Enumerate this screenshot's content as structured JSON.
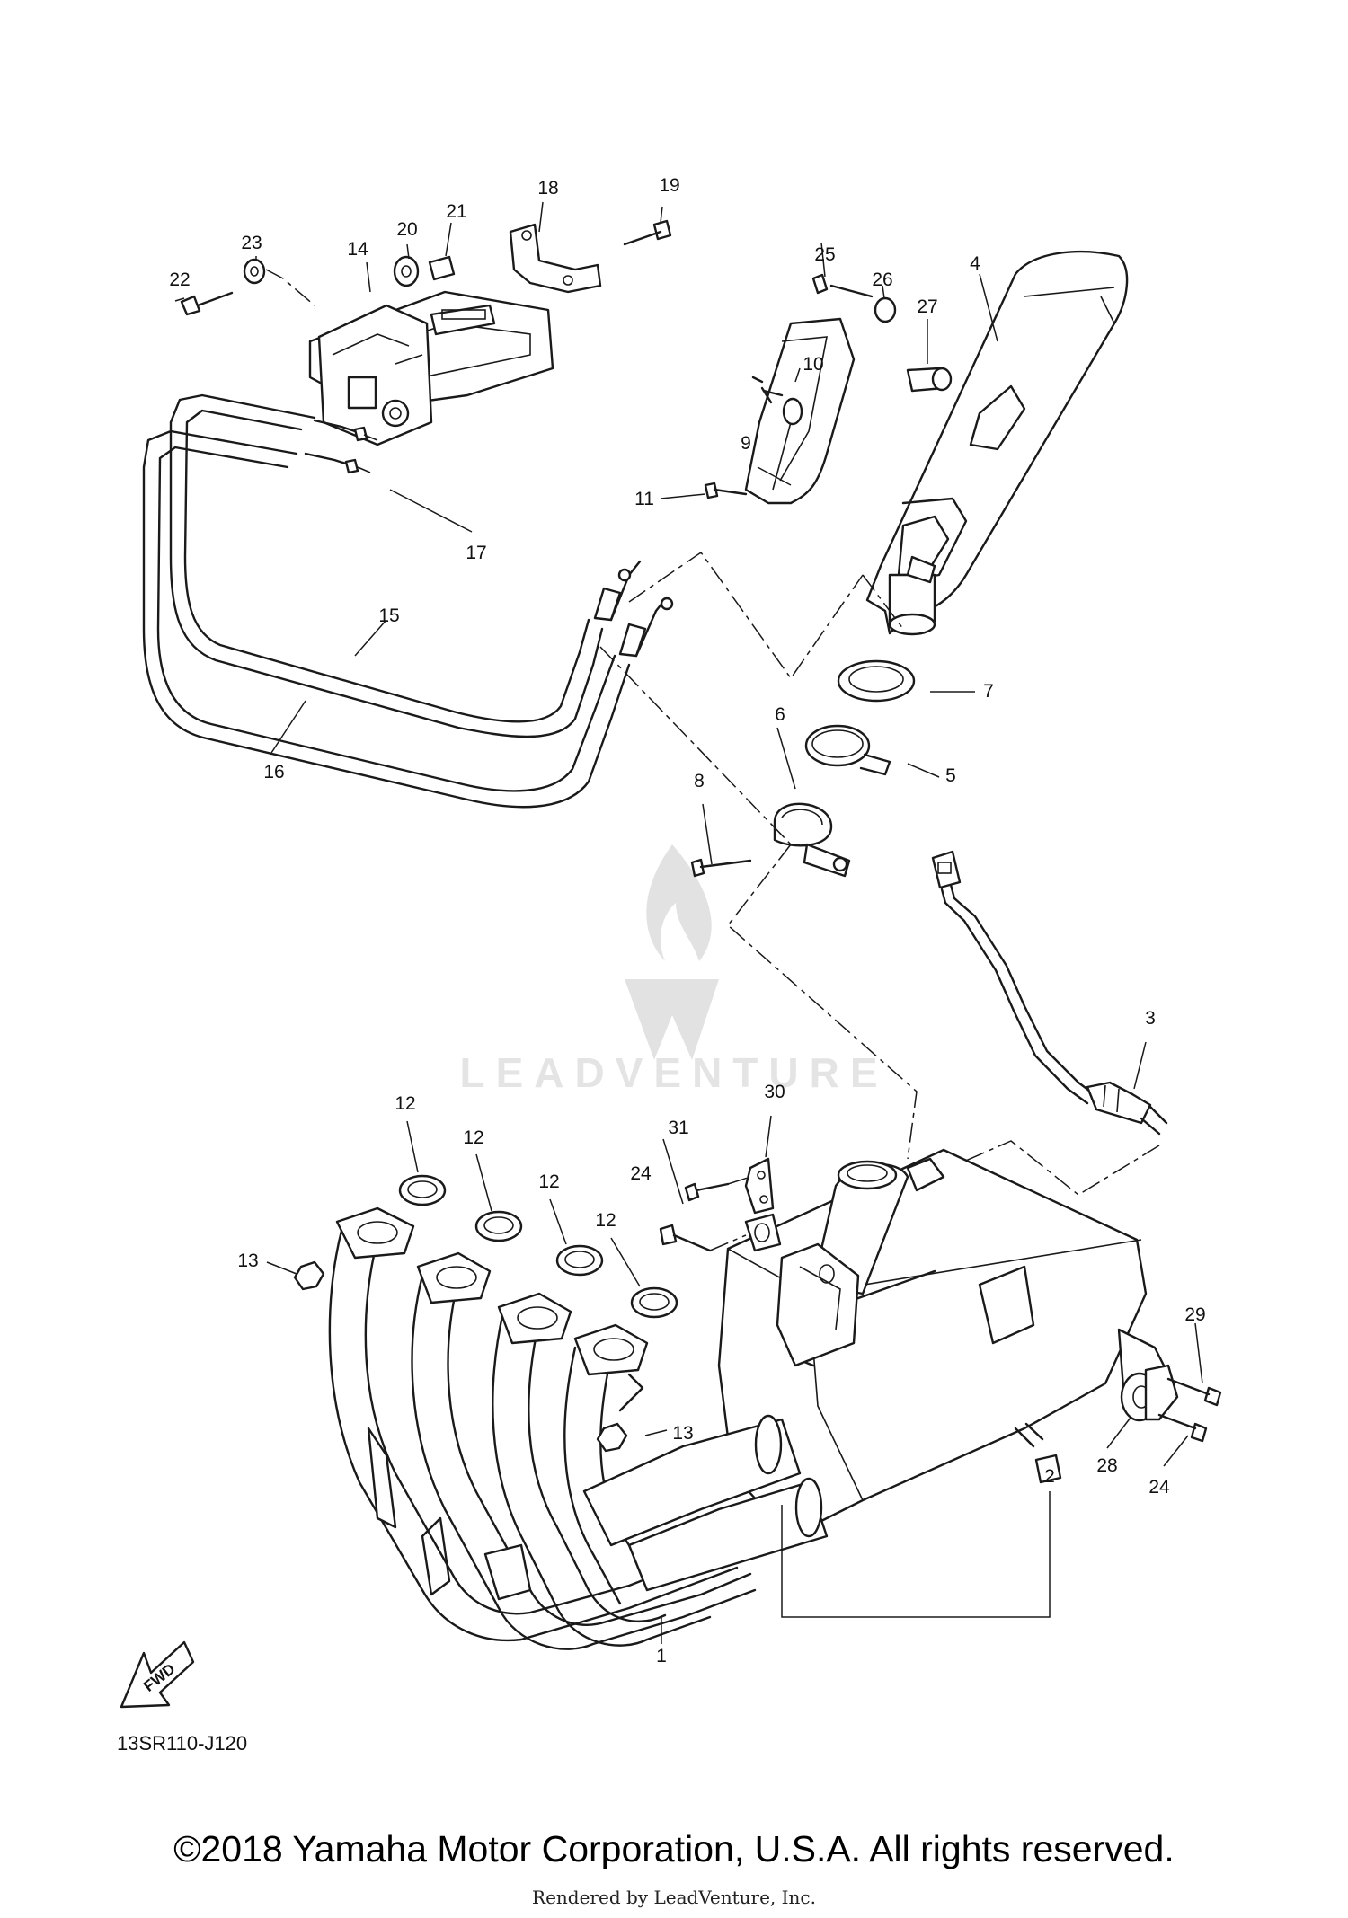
{
  "diagram": {
    "callouts": {
      "c1": "1",
      "c2": "2",
      "c3": "3",
      "c4": "4",
      "c5": "5",
      "c6": "6",
      "c7": "7",
      "c8": "8",
      "c9": "9",
      "c10": "10",
      "c11": "11",
      "c12a": "12",
      "c12b": "12",
      "c12c": "12",
      "c12d": "12",
      "c13a": "13",
      "c13b": "13",
      "c14": "14",
      "c15": "15",
      "c16": "16",
      "c17": "17",
      "c18": "18",
      "c19": "19",
      "c20": "20",
      "c21": "21",
      "c22": "22",
      "c23": "23",
      "c24a": "24",
      "c24b": "24",
      "c25": "25",
      "c26": "26",
      "c27": "27",
      "c28": "28",
      "c29": "29",
      "c30": "30",
      "c31": "31"
    },
    "diagram_code": "13SR110-J120",
    "fwd_label": "FWD",
    "watermark": "LEADVENTURE"
  },
  "footer": {
    "copyright": "©2018 Yamaha Motor Corporation, U.S.A. All rights reserved.",
    "rendered_by": "Rendered by LeadVenture, Inc."
  }
}
